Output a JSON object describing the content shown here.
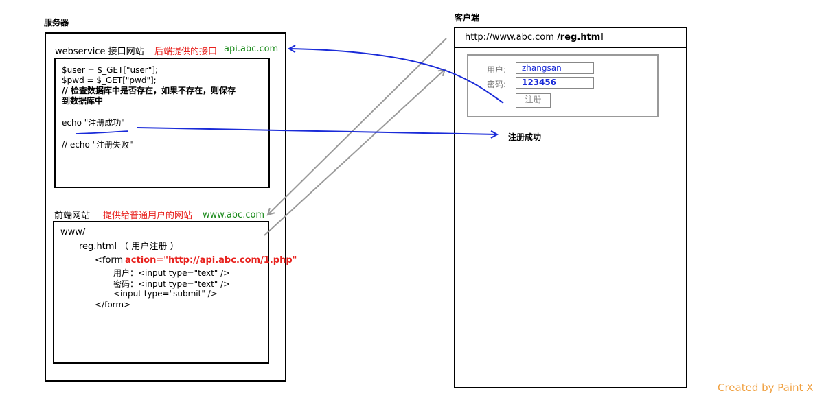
{
  "server": {
    "title": "服务器",
    "webservice": {
      "label": "webservice 接口网站",
      "note": "后端提供的接口",
      "domain": "api.abc.com",
      "code_lines": [
        "$user = $_GET[\"user\"];",
        "$pwd = $_GET[\"pwd\"];",
        "// 检查数据库中是否存在，如果不存在，则保存",
        "到数据库中",
        "",
        "echo \"注册成功\"",
        "",
        "// echo \"注册失败\""
      ]
    },
    "frontend": {
      "label": "前端网站",
      "note": "提供给普通用户的网站",
      "domain": "www.abc.com",
      "dir": "www/",
      "file": "reg.html （ 用户注册 ）",
      "form_open": "<form",
      "form_action": "action=\"http://api.abc.com/1.php\"",
      "input_user": "用户：<input type=\"text\" />",
      "input_pwd": "密码：<input type=\"text\" />",
      "input_submit": "<input type=\"submit\" />",
      "form_close": "</form>"
    }
  },
  "client": {
    "title": "客户端",
    "url_base": "http://www.abc.com ",
    "url_path": "/reg.html",
    "user_label": "用户:",
    "user_value": "zhangsan",
    "pwd_label": "密码:",
    "pwd_value": "123456",
    "submit_label": "注册",
    "result": "注册成功"
  },
  "watermark": "Created by Paint X",
  "colors": {
    "blue_arrow": "#1a2bd8",
    "gray_arrow": "#9a9a9a",
    "red_text": "#e8231f",
    "green_text": "#1a8a1a",
    "watermark": "#f0a040"
  }
}
